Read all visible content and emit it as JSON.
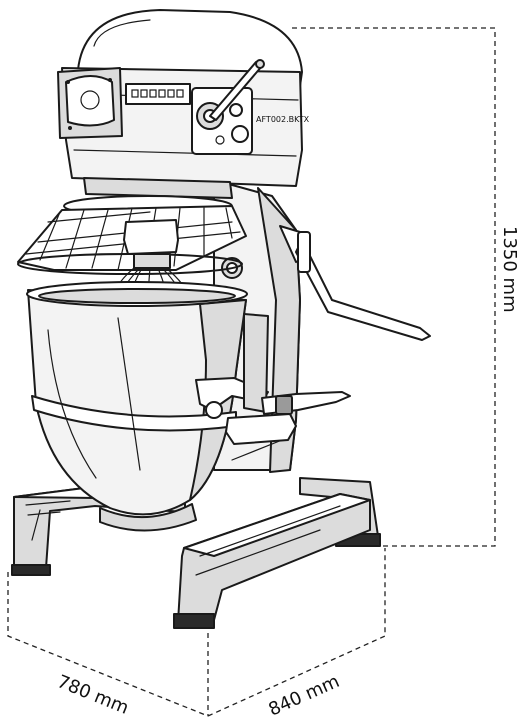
{
  "product": {
    "model_label": "AFT002.BKTX"
  },
  "dimensions": {
    "height": "1350 mm",
    "depth": "780 mm",
    "width": "840 mm"
  },
  "colors": {
    "ink": "#1a1a1a",
    "steel": "#dcdcdc",
    "shadow": "#9a9a9a",
    "background": "#ffffff"
  }
}
